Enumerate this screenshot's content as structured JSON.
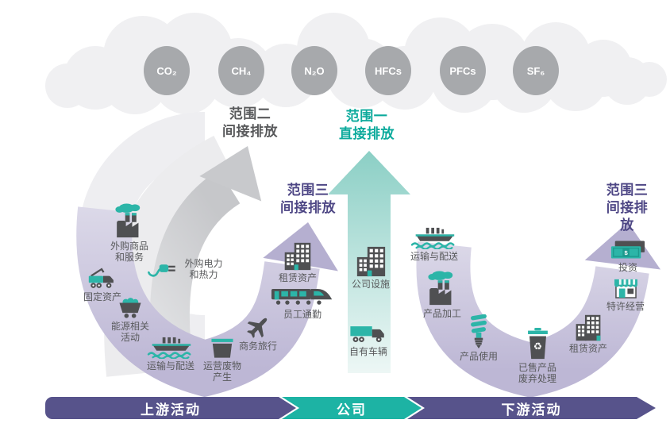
{
  "gases": [
    "CO₂",
    "CH₄",
    "N₂O",
    "HFCs",
    "PFCs",
    "SF₆"
  ],
  "scope_labels": {
    "scope2": "范围二\n间接排放",
    "scope1": "范围一\n直接排放",
    "scope3_left": "范围三\n间接排放",
    "scope3_right": "范围三\n间接排放"
  },
  "activities": {
    "upstream": [
      {
        "label": "外购商品\n和服务",
        "icon": "factory-icon"
      },
      {
        "label": "外购电力\n和热力",
        "icon": "plug-icon"
      },
      {
        "label": "固定资产",
        "icon": "crane-truck-icon"
      },
      {
        "label": "能源相关\n活动",
        "icon": "mine-cart-icon"
      },
      {
        "label": "运输与配送",
        "icon": "ship-icon"
      },
      {
        "label": "运营废物\n产生",
        "icon": "dumpster-icon"
      },
      {
        "label": "商务旅行",
        "icon": "plane-icon"
      },
      {
        "label": "员工通勤",
        "icon": "train-icon"
      },
      {
        "label": "租赁资产",
        "icon": "buildings-icon"
      }
    ],
    "company": [
      {
        "label": "公司设施",
        "icon": "buildings-icon"
      },
      {
        "label": "自有车辆",
        "icon": "truck-icon"
      }
    ],
    "downstream": [
      {
        "label": "运输与配送",
        "icon": "ship-icon"
      },
      {
        "label": "产品加工",
        "icon": "factory-icon"
      },
      {
        "label": "产品使用",
        "icon": "cfl-bulb-icon"
      },
      {
        "label": "已售产品\n废弃处理",
        "icon": "recycle-bin-icon"
      },
      {
        "label": "租赁资产",
        "icon": "buildings-icon"
      },
      {
        "label": "特许经营",
        "icon": "storefront-icon"
      },
      {
        "label": "投资",
        "icon": "money-icon"
      }
    ]
  },
  "bottom_bar": {
    "upstream": "上游活动",
    "company": "公司",
    "downstream": "下游活动"
  },
  "colors": {
    "teal": "#2cb5a8",
    "teal_text": "#0caa9c",
    "purple_bar": "#57538b",
    "purple_text": "#4e4785",
    "light_purple_band": "#c1bbd8",
    "gas_circle_gray": "#a7a9ac",
    "cloud_gray": "#f0f0f2",
    "dark_label": "#595a5c"
  }
}
